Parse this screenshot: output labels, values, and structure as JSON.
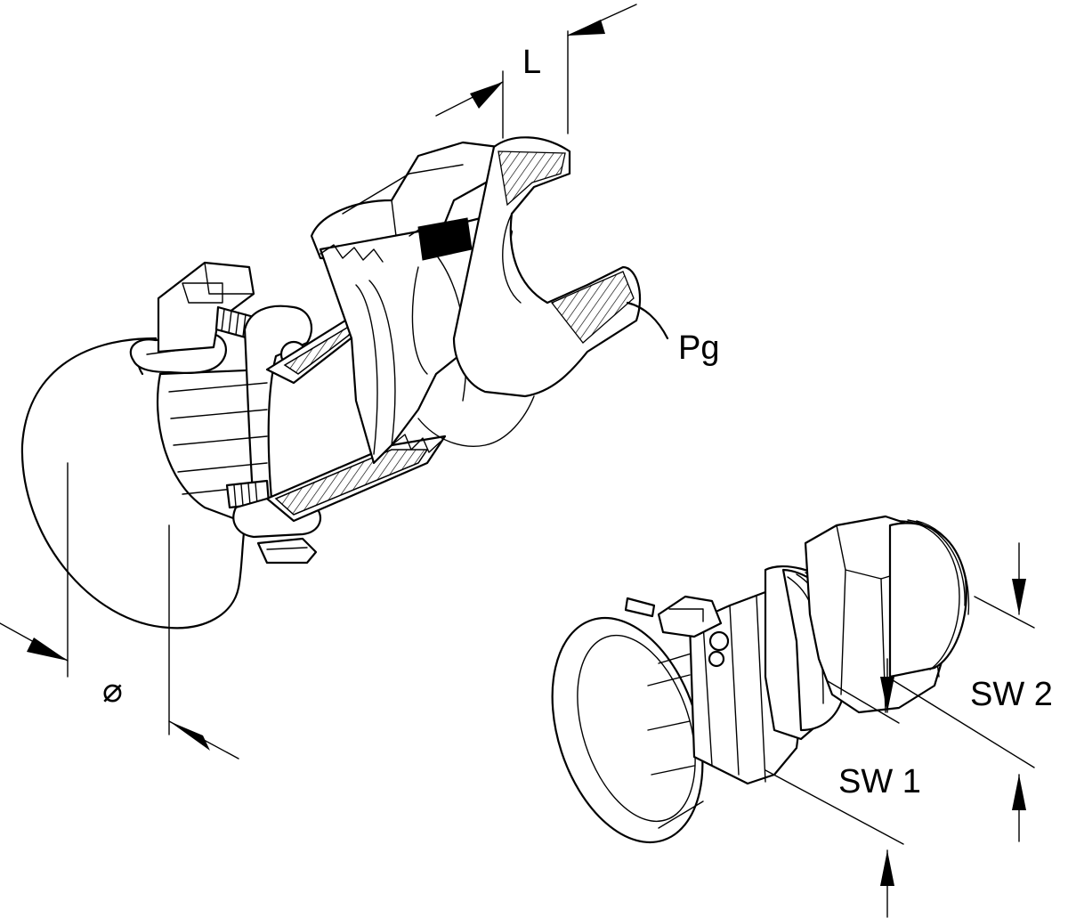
{
  "labels": {
    "length": "L",
    "thread": "Pg",
    "diameter": "⌀",
    "wrench_size_1": "SW 1",
    "wrench_size_2": "SW 2"
  },
  "colors": {
    "line": "#000000",
    "background": "#ffffff"
  }
}
